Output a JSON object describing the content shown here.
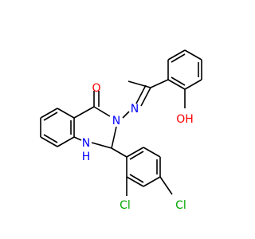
{
  "molecule": {
    "atom_labels": {
      "carbonyl_oxygen": "O",
      "ring_nitrogen_3": "N",
      "imine_nitrogen": "N",
      "amine_nitrogen": "N",
      "amine_hydrogen": "H",
      "hydroxyl": "OH",
      "chlorine_ortho": "Cl",
      "chlorine_para": "Cl"
    },
    "colors": {
      "bond": "#000000",
      "oxygen": "#ff0000",
      "nitrogen": "#0000ff",
      "chlorine": "#00a800"
    }
  }
}
